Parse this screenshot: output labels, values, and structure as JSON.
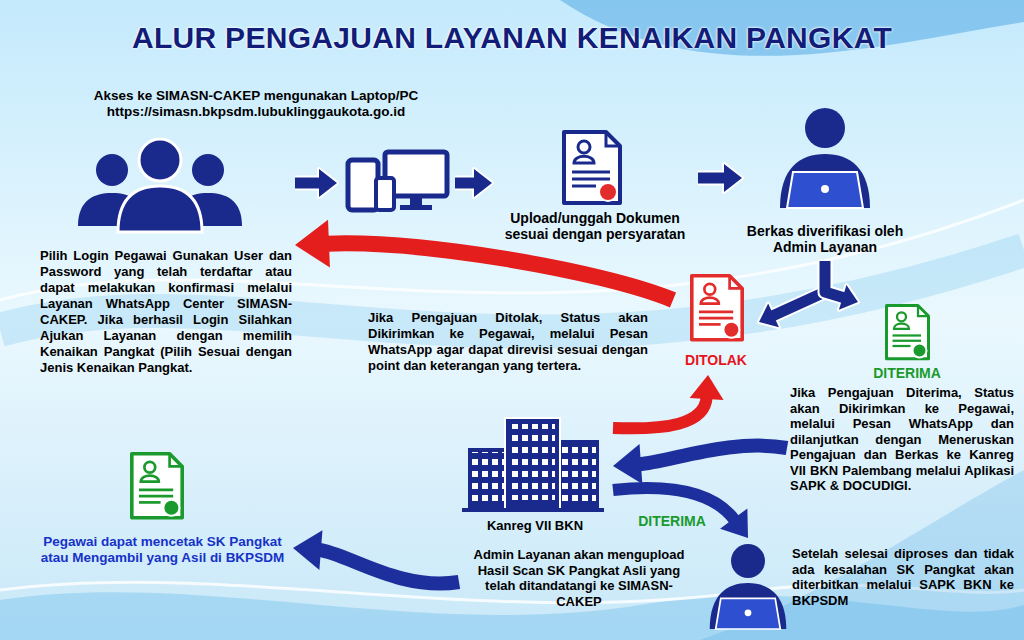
{
  "diagram": {
    "title": "ALUR PENGAJUAN LAYANAN KENAIKAN PANGKAT",
    "nodes": [
      {
        "text": [
          "Pilih Login Pegawai Gunakan User dan Password yang telah terdaftar atau dapat melakukan konfirmasi melalui Layanan WhatsApp Center SIMASN-CAKEP. Jika berhasil Login Silahkan Ajukan Layanan dengan memilih Kenaikan Pangkat (Pilih Sesuai dengan Jenis Kenaikan Pangkat."
        ]
      },
      {
        "text": [
          "Akses ke SIMASN-CAKEP mengunakan Laptop/PC https://simasn.bkpsdm.lubuklinggaukota.go.id"
        ]
      },
      {
        "text": [
          "Upload/unggah Dokumen sesuai dengan persyaratan"
        ]
      },
      {
        "text": [
          "Berkas diverifikasi oleh Admin Layanan"
        ]
      },
      {
        "text": [
          "DITOLAK"
        ]
      },
      {
        "text": [
          "DITERIMA",
          "Jika Pengajuan Diterima, Status akan Dikirimkan ke Pegawai, melalui Pesan WhatsApp dan dilanjutkan dengan Meneruskan Pengajuan dan Berkas ke Kanreg VII BKN Palembang melalui Aplikasi SAPK & DOCUDIGI."
        ]
      },
      {
        "text": [
          "Kanreg VII BKN"
        ]
      },
      {
        "text": [
          "Admin Layanan akan mengupload Hasil Scan SK Pangkat Asli yang telah ditandatangi ke SIMASN-CAKEP"
        ]
      },
      {
        "text": [
          "Pegawai dapat mencetak SK Pangkat atau Mengambil yang Asil di BKPSDM"
        ]
      }
    ],
    "edges": [
      {
        "from": 0,
        "to": 1,
        "arrow": "to"
      },
      {
        "from": 1,
        "to": 2,
        "arrow": "to"
      },
      {
        "from": 2,
        "to": 3,
        "arrow": "to"
      },
      {
        "from": 3,
        "to": 4,
        "arrow": "to"
      },
      {
        "from": 3,
        "to": 5,
        "arrow": "to"
      },
      {
        "from": 4,
        "to": 0,
        "label": "Jika Pengajuan Ditolak, Status akan Dikirimkan ke Pegawai, melalui Pesan WhatsApp agar dapat direvisi sesuai dengan point dan keterangan yang tertera.",
        "arrow": "to"
      },
      {
        "from": 5,
        "to": 6,
        "arrow": "to"
      },
      {
        "from": 6,
        "to": 4,
        "arrow": "to"
      },
      {
        "from": 6,
        "to": 7,
        "label": "DITERIMA",
        "arrow": "to"
      },
      {
        "from": 7,
        "to": 8,
        "arrow": "to"
      }
    ],
    "labels": [
      "Setelah selesai diproses dan tidak ada kesalahan SK Pangkat akan diterbitkan melalui SAPK BKN ke BKPSDM"
    ]
  }
}
